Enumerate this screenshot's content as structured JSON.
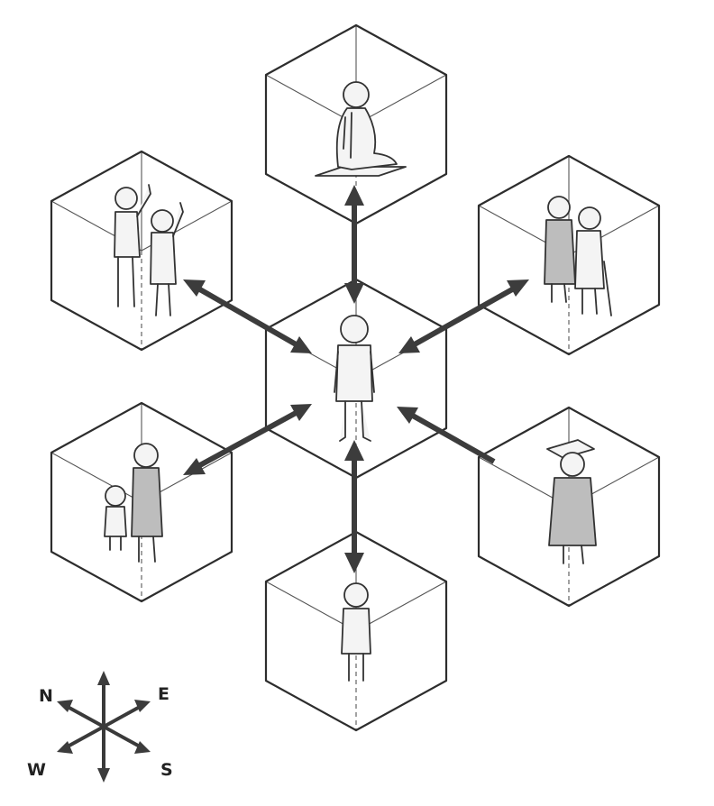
{
  "diagram": {
    "nodes": [
      {
        "id": "center",
        "figure": "standing-person"
      },
      {
        "id": "north",
        "figure": "seated-meditating-monk"
      },
      {
        "id": "northwest",
        "figure": "two-people-waving"
      },
      {
        "id": "northeast",
        "figure": "elderly-couple-with-cane"
      },
      {
        "id": "southwest",
        "figure": "parent-with-child"
      },
      {
        "id": "southeast",
        "figure": "graduate-with-cap"
      },
      {
        "id": "south",
        "figure": "standing-child"
      }
    ],
    "connections": [
      {
        "from": "center",
        "to": "north",
        "direction": "bidirectional"
      },
      {
        "from": "center",
        "to": "northwest",
        "direction": "bidirectional"
      },
      {
        "from": "center",
        "to": "northeast",
        "direction": "bidirectional"
      },
      {
        "from": "center",
        "to": "southwest",
        "direction": "bidirectional"
      },
      {
        "from": "center",
        "to": "southeast",
        "direction": "inward"
      },
      {
        "from": "center",
        "to": "south",
        "direction": "bidirectional"
      }
    ]
  },
  "compass": {
    "north": "N",
    "east": "E",
    "west": "W",
    "south": "S"
  }
}
